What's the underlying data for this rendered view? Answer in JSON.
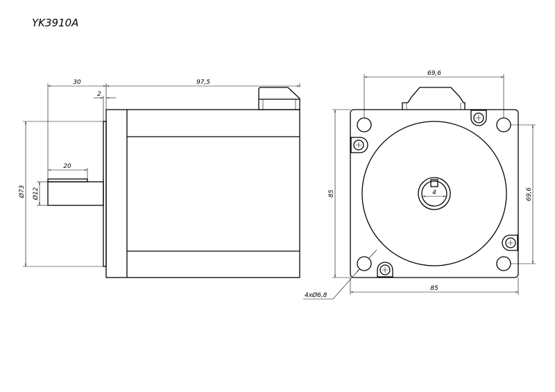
{
  "title": "YK3910A",
  "side_view": {
    "dim_shaft_length": "30",
    "dim_flange": "2",
    "dim_body_length": "97,5",
    "dim_key_length": "20",
    "dim_flange_diameter": "Ø73",
    "dim_shaft_diameter": "Ø12"
  },
  "front_view": {
    "dim_hole_spacing_h": "69,6",
    "dim_hole_spacing_v": "69,6",
    "dim_height": "85",
    "dim_width": "85",
    "dim_key_width": "4",
    "dim_holes": "4xØ6,8"
  }
}
